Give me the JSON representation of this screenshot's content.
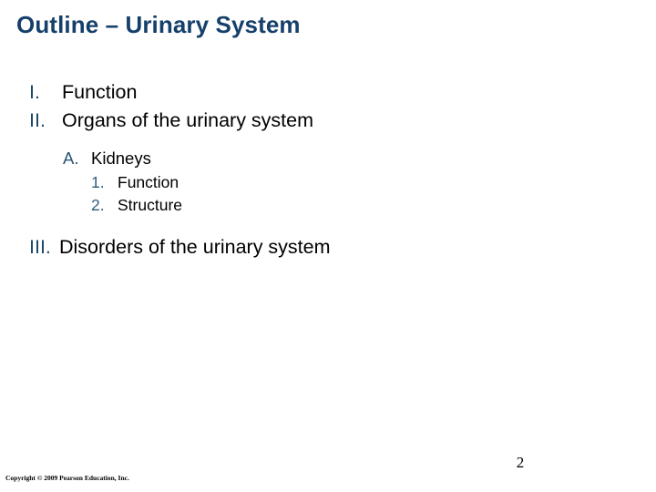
{
  "slide": {
    "title": "Outline – Urinary System",
    "title_color": "#16406B",
    "background_color": "#FFFFFF",
    "body_text_color": "#000000",
    "marker_color_level1": "#1D4A6B",
    "marker_color_level2": "#2A5675",
    "marker_color_level3": "#2E5E7E"
  },
  "outline": {
    "items": [
      {
        "marker": "I.",
        "text": "Function",
        "level": 1
      },
      {
        "marker": "II.",
        "text": "Organs of the urinary system",
        "level": 1
      },
      {
        "marker": "A.",
        "text": "Kidneys",
        "level": 2
      },
      {
        "marker": "1.",
        "text": "Function",
        "level": 3
      },
      {
        "marker": "2.",
        "text": "Structure",
        "level": 3
      },
      {
        "marker": "III.",
        "text": "Disorders of the urinary system",
        "level": 1
      }
    ]
  },
  "footer": {
    "page_number": "2",
    "copyright": "Copyright © 2009 Pearson Education, Inc."
  }
}
